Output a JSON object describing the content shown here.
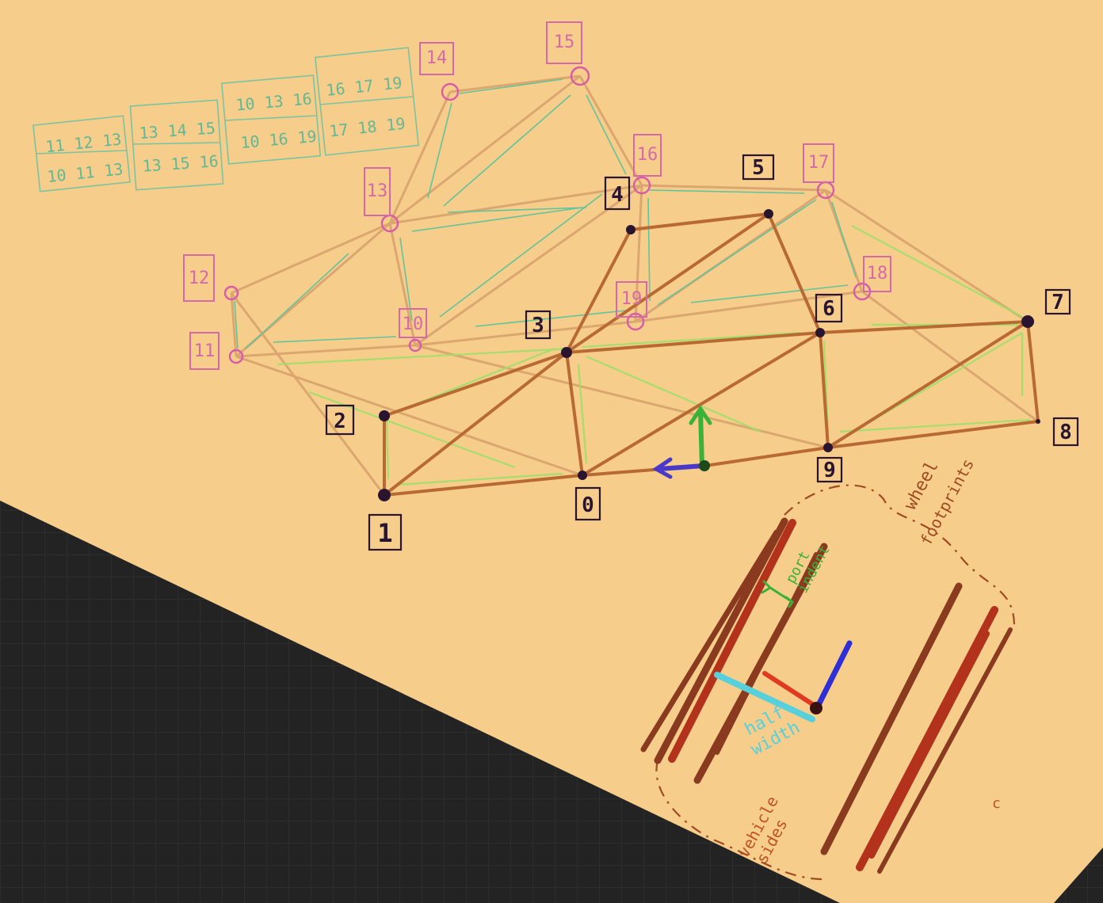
{
  "colors": {
    "paper": "#f6cd8a",
    "background": "#232323",
    "bottom_node": "#2a1530",
    "top_node": "#d85aa8",
    "bottom_label": "#2a1530",
    "top_label": "#d66aa8",
    "strut": "#b86a32",
    "strut_light": "#d29a68",
    "green_arrow": "#9ee06a",
    "teal_arrow": "#62c49a",
    "tire": "#b2321c",
    "tire_dark": "#8a3a1e",
    "axis_x": "#e03a20",
    "axis_y": "#2f2fd8",
    "axis_z": "#3ab23a",
    "cyan": "#58d0dc",
    "annotation": "#c0502a"
  },
  "bottom_nodes": [
    {
      "label": "0"
    },
    {
      "label": "1"
    },
    {
      "label": "2"
    },
    {
      "label": "3"
    },
    {
      "label": "4"
    },
    {
      "label": "5"
    },
    {
      "label": "6"
    },
    {
      "label": "7"
    },
    {
      "label": "8"
    },
    {
      "label": "9"
    }
  ],
  "top_nodes": [
    {
      "label": "10"
    },
    {
      "label": "11"
    },
    {
      "label": "12"
    },
    {
      "label": "13"
    },
    {
      "label": "14"
    },
    {
      "label": "15"
    },
    {
      "label": "16"
    },
    {
      "label": "17"
    },
    {
      "label": "18"
    },
    {
      "label": "19"
    }
  ],
  "triangle_table": [
    {
      "row1": "11 12 13",
      "row2": "10 11 13"
    },
    {
      "row1": "13 14 15",
      "row2": "13 15 16"
    },
    {
      "row1": "10 13 16",
      "row2": "10 16 19"
    },
    {
      "row1": "16 17 19",
      "row2": "17 18 19"
    }
  ],
  "annotations": {
    "wheel_line1": "wheel",
    "wheel_line2": "footprints",
    "port_line1": "port",
    "port_line2": "indent",
    "half_line1": "half",
    "half_line2": "width",
    "vehicle_line1": "vehicle",
    "vehicle_line2": "sides",
    "stray_mark": "c"
  }
}
